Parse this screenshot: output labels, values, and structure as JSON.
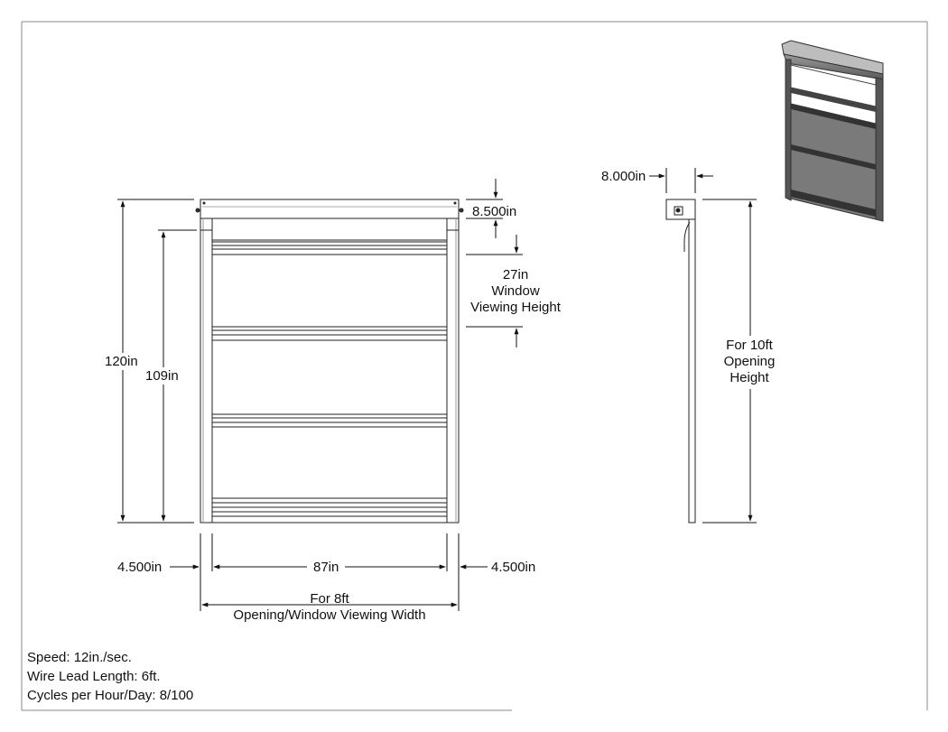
{
  "front_view": {
    "overall_height": "120in",
    "curtain_height": "109in",
    "header_height": "8.500in",
    "window": {
      "size": "27in",
      "line1": "Window",
      "line2": "Viewing Height"
    },
    "left_margin": "4.500in",
    "right_margin": "4.500in",
    "curtain_width": "87in",
    "opening": {
      "line1": "For 8ft",
      "line2": "Opening/Window Viewing Width"
    }
  },
  "side_view": {
    "depth": "8.000in",
    "height": {
      "line1": "For 10ft",
      "line2": "Opening",
      "line3": "Height"
    }
  },
  "specs": [
    "Speed: 12in./sec.",
    "Wire Lead Length: 6ft.",
    "Cycles per Hour/Day: 8/100"
  ]
}
